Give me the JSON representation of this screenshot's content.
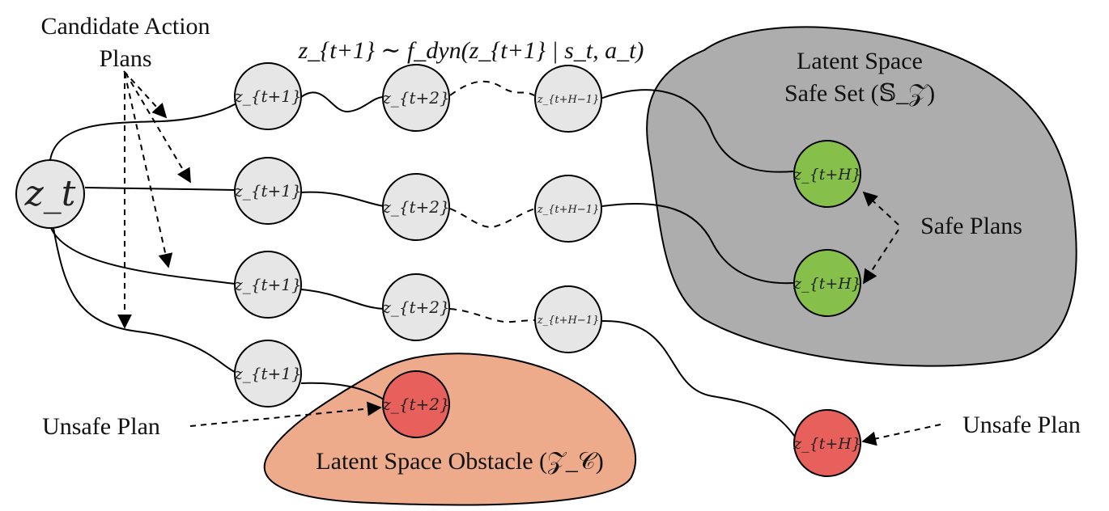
{
  "labels": {
    "candidate_line1": "Candidate Action",
    "candidate_line2": "Plans",
    "dynamics": "z_{t+1} ∼ f_dyn(z_{t+1} | s_t, a_t)",
    "safe_set_line1": "Latent Space",
    "safe_set_line2": "Safe Set (𝕊_𝒵)",
    "safe_plans": "Safe Plans",
    "unsafe_plan_left": "Unsafe Plan",
    "unsafe_plan_right": "Unsafe Plan",
    "obstacle": "Latent Space Obstacle (𝒵_𝒞)"
  },
  "math": {
    "root_node": "z_t",
    "node_t1": "z_{t+1}",
    "node_t2": "z_{t+2}",
    "node_tH1": "z_{t+H−1}",
    "node_tH": "z_{t+H}"
  },
  "colors": {
    "node_fill": "#e6e6e6",
    "safe_region": "#adadad",
    "obstacle_region": "#edab8c",
    "safe_node": "#86c04a",
    "unsafe_node": "#e8605c",
    "stroke": "#000000"
  }
}
